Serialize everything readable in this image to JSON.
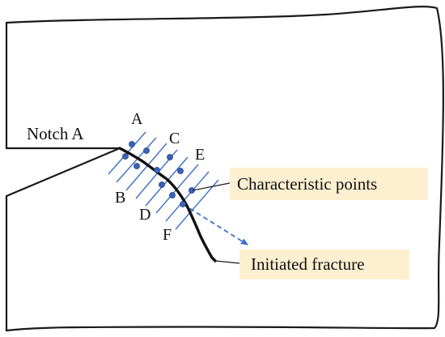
{
  "labels": {
    "notch": "Notch A",
    "points": [
      "A",
      "B",
      "C",
      "D",
      "E",
      "F"
    ]
  },
  "callouts": {
    "characteristic_points": "Characteristic points",
    "initiated_fracture": "Initiated fracture"
  },
  "colors": {
    "outline": "#1a1a1a",
    "hatch": "#3f6fc6",
    "dot_fill": "#3a62b8",
    "dot_stroke": "#1f3f86",
    "fracture": "#111111",
    "arrow": "#3f6fc6",
    "callout_box": "#fcf0d0"
  }
}
